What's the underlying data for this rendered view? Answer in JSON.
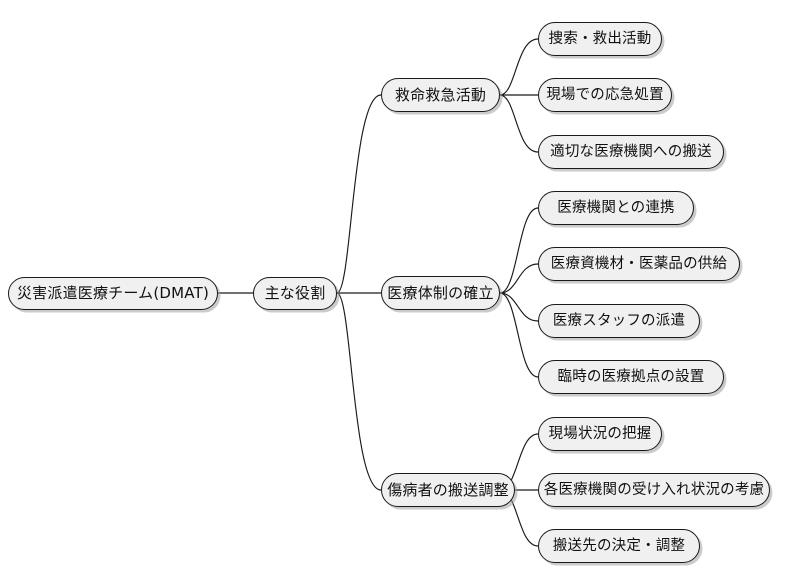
{
  "diagram": {
    "type": "mindmap",
    "title": "災害派遣医療チーム(DMAT) 主な役割",
    "background_color": "#ffffff",
    "node_fill_color": "#f0f0f0",
    "node_border_color": "#1a1a1a",
    "edge_color": "#1a1a1a",
    "shadow_color": "#a0a0a0"
  },
  "nodes": {
    "root": {
      "label": "災害派遣医療チーム(DMAT)"
    },
    "level2": {
      "label": "主な役割"
    },
    "branch1": {
      "label": "救命救急活動"
    },
    "branch2": {
      "label": "医療体制の確立"
    },
    "branch3": {
      "label": "傷病者の搬送調整"
    },
    "branch1_children": [
      {
        "label": "捜索・救出活動"
      },
      {
        "label": "現場での応急処置"
      },
      {
        "label": "適切な医療機関への搬送"
      }
    ],
    "branch2_children": [
      {
        "label": "医療機関との連携"
      },
      {
        "label": "医療資機材・医薬品の供給"
      },
      {
        "label": "医療スタッフの派遣"
      },
      {
        "label": "臨時の医療拠点の設置"
      }
    ],
    "branch3_children": [
      {
        "label": "現場状況の把握"
      },
      {
        "label": "各医療機関の受け入れ状況の考慮"
      },
      {
        "label": "搬送先の決定・調整"
      }
    ]
  }
}
